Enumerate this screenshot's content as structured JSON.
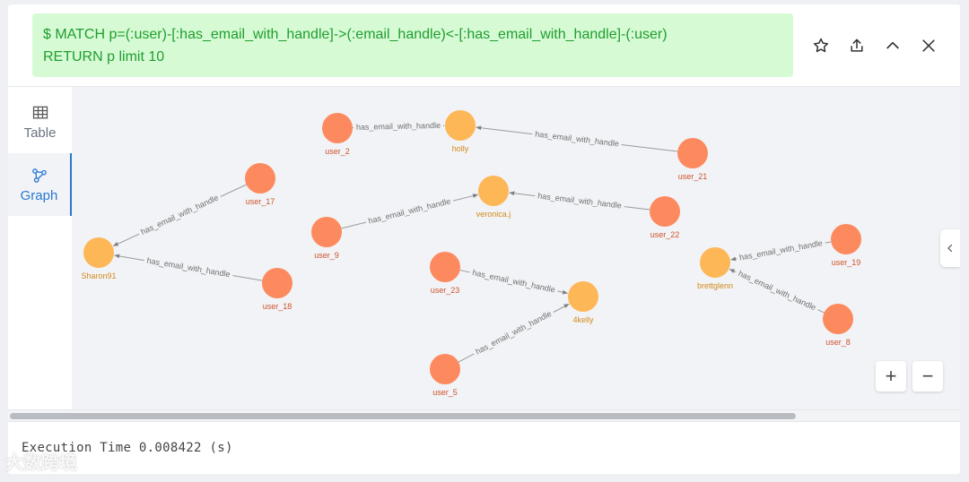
{
  "query": {
    "line1": "$ MATCH p=(:user)-[:has_email_with_handle]->(:email_handle)<-[:has_email_with_handle]-(:user)",
    "line2": "RETURN p limit 10"
  },
  "actions": [
    "star-icon",
    "export-icon",
    "chevron-up-icon",
    "close-icon"
  ],
  "tabs": [
    {
      "label": "Table",
      "icon": "table-icon"
    },
    {
      "label": "Graph",
      "icon": "graph-icon",
      "active": true
    }
  ],
  "graph": {
    "user_color": "#fd8a5e",
    "handle_color": "#fdb756",
    "edge_label": "has_email_with_handle",
    "nodes": [
      {
        "id": "user_2",
        "type": "user"
      },
      {
        "id": "holly",
        "type": "handle"
      },
      {
        "id": "user_21",
        "type": "user"
      },
      {
        "id": "user_17",
        "type": "user"
      },
      {
        "id": "Sharon91",
        "type": "handle"
      },
      {
        "id": "user_18",
        "type": "user"
      },
      {
        "id": "veronica.j",
        "type": "handle"
      },
      {
        "id": "user_9",
        "type": "user"
      },
      {
        "id": "user_22",
        "type": "user"
      },
      {
        "id": "user_19",
        "type": "user"
      },
      {
        "id": "brettglenn",
        "type": "handle"
      },
      {
        "id": "user_8",
        "type": "user"
      },
      {
        "id": "user_23",
        "type": "user"
      },
      {
        "id": "4kelly",
        "type": "handle"
      },
      {
        "id": "user_5",
        "type": "user"
      }
    ],
    "edges": [
      {
        "from": "user_2",
        "to": "holly"
      },
      {
        "from": "user_21",
        "to": "holly"
      },
      {
        "from": "user_17",
        "to": "Sharon91"
      },
      {
        "from": "user_18",
        "to": "Sharon91"
      },
      {
        "from": "user_9",
        "to": "veronica.j"
      },
      {
        "from": "user_22",
        "to": "veronica.j"
      },
      {
        "from": "user_19",
        "to": "brettglenn"
      },
      {
        "from": "user_8",
        "to": "brettglenn"
      },
      {
        "from": "user_23",
        "to": "4kelly"
      },
      {
        "from": "user_5",
        "to": "4kelly"
      }
    ]
  },
  "zoom": {
    "in_label": "+",
    "out_label": "−"
  },
  "footer": {
    "execution_time": "Execution Time 0.008422 (s)"
  },
  "watermark": "大数跨境"
}
